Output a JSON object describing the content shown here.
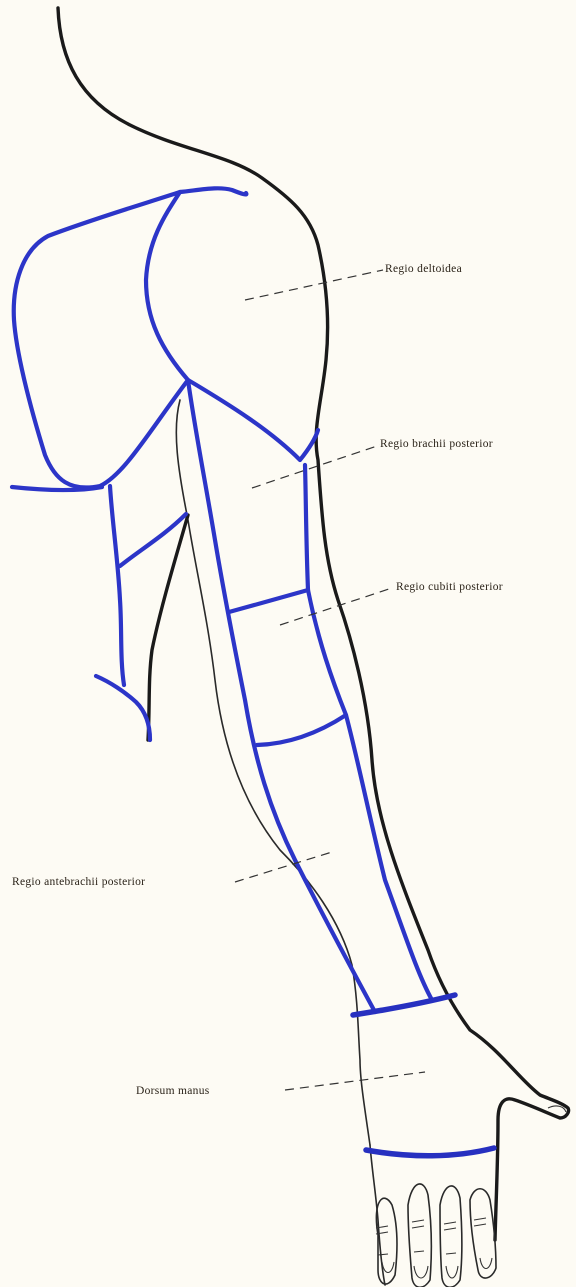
{
  "labels": {
    "deltoid": "Regio deltoidea",
    "brachii": "Regio brachii posterior",
    "cubiti": "Regio cubiti posterior",
    "antebrachii": "Regio antebrachii posterior",
    "manus": "Dorsum manus"
  },
  "colors": {
    "boundary": "#2c35c8",
    "outline": "#1a1a1a",
    "paper": "#fdfbf4"
  }
}
